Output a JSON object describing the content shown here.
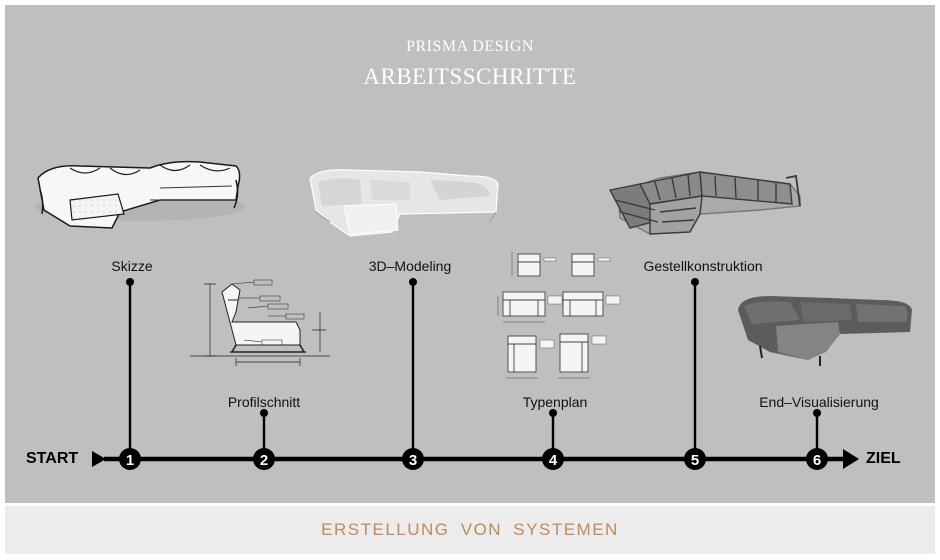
{
  "header": {
    "brand": "PRISMA DESIGN",
    "title": "ARBEITSSCHRITTE"
  },
  "timeline": {
    "start_label": "START",
    "end_label": "ZIEL",
    "steps": [
      {
        "number": "1",
        "label": "Skizze"
      },
      {
        "number": "2",
        "label": "Profilschnitt"
      },
      {
        "number": "3",
        "label": "3D–Modeling"
      },
      {
        "number": "4",
        "label": "Typenplan"
      },
      {
        "number": "5",
        "label": "Gestellkonstruktion"
      },
      {
        "number": "6",
        "label": "End–Visualisierung"
      }
    ]
  },
  "footer": {
    "title": "ERSTELLUNG VON SYSTEMEN"
  },
  "colors": {
    "panel": "#bfbfbf",
    "footer_background": "#ececec",
    "footer_text": "#c08a5a",
    "line": "#000000"
  }
}
